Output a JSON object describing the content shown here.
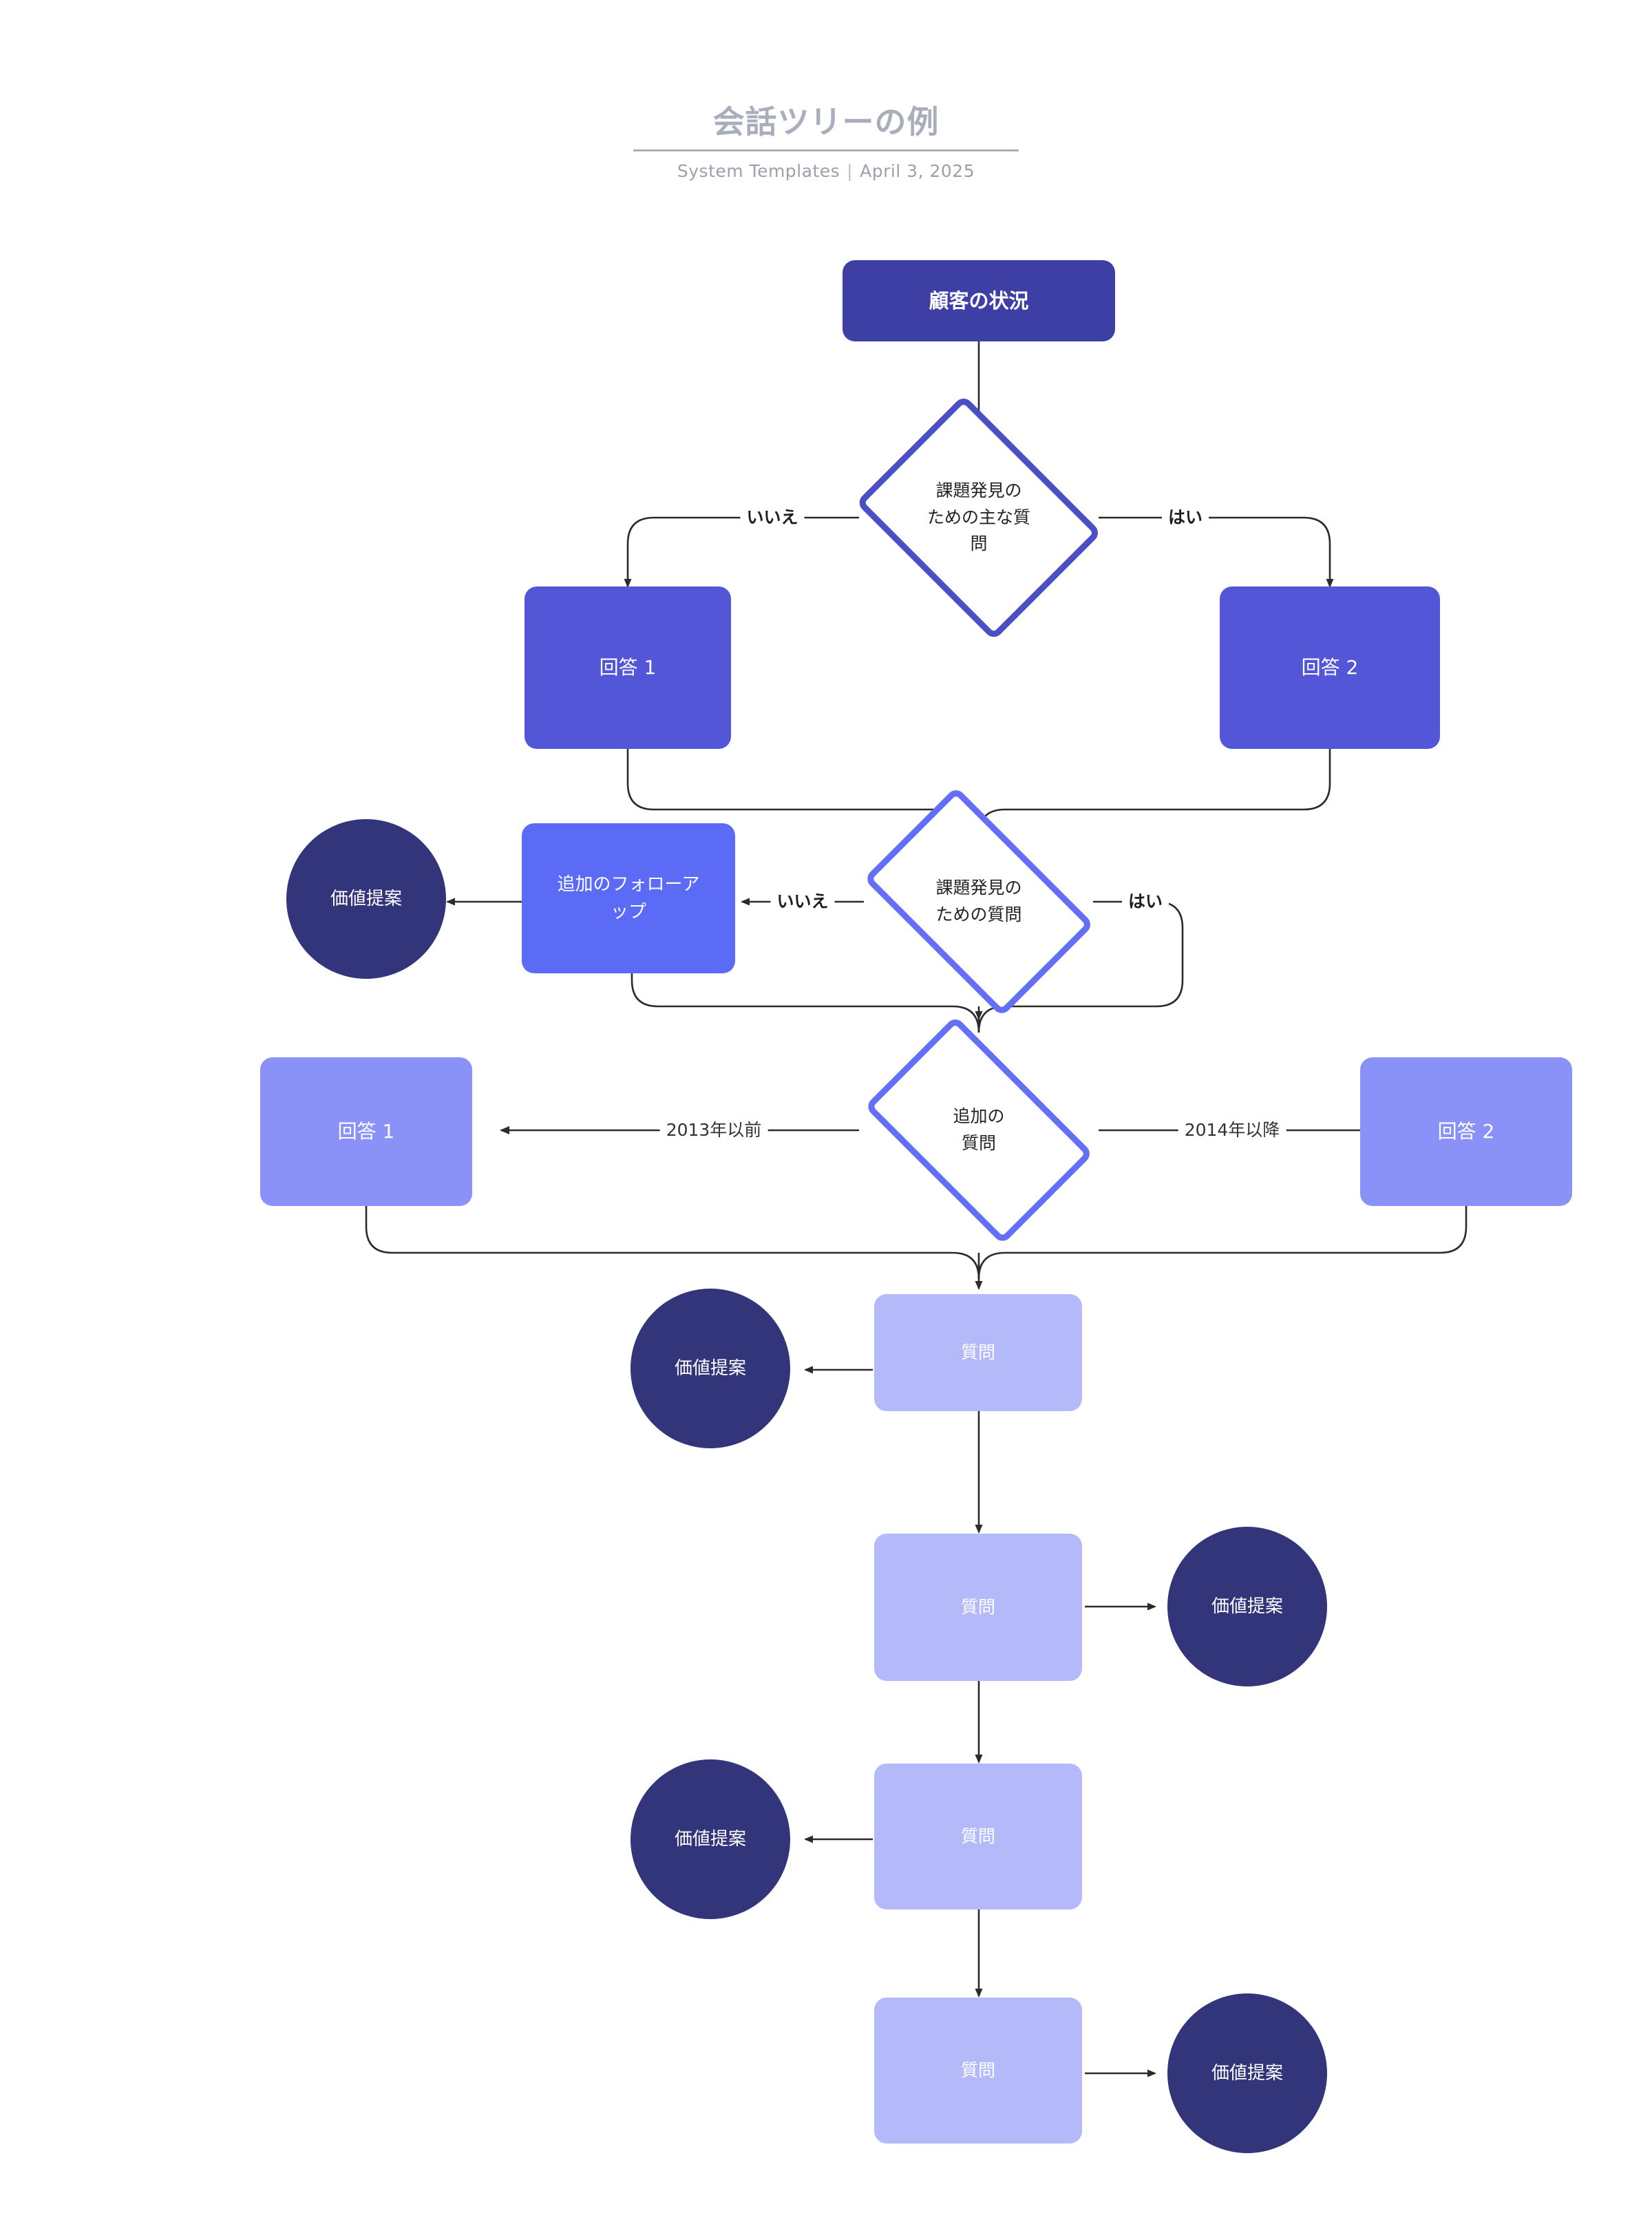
{
  "header": {
    "title": "会話ツリーの例",
    "source": "System Templates",
    "separator": "|",
    "date": "April 3, 2025"
  },
  "palette": {
    "title_gray": "#a8aebb",
    "subtitle_gray": "#9aa1ad",
    "root_indigo": "#3d3fa5",
    "answer_indigo": "#5356d6",
    "followup_blue": "#5b6bf5",
    "answer_light": "#8a92f7",
    "question_lightest": "#b4baf9",
    "value_prop_navy": "#33357a",
    "diamond_border_dark": "#4b4fc6",
    "diamond_border_bright": "#6370f5",
    "connector": "#2b2b2b",
    "canvas": "#ffffff"
  },
  "nodes": {
    "root": {
      "label": "顧客の状況",
      "shape": "box",
      "fill": "#3d3fa5"
    },
    "decision1": {
      "line1": "課題発見の",
      "line2": "ための主な質",
      "line3": "問",
      "shape": "diamond",
      "border": "#4b4fc6"
    },
    "answer1_a": {
      "label": "回答 1",
      "shape": "box",
      "fill": "#5356d6"
    },
    "answer2_a": {
      "label": "回答 2",
      "shape": "box",
      "fill": "#5356d6"
    },
    "decision2": {
      "line1": "課題発見の",
      "line2": "ための質問",
      "shape": "diamond",
      "border": "#6370f5"
    },
    "followup": {
      "line1": "追加のフォローア",
      "line2": "ップ",
      "shape": "box",
      "fill": "#5b6bf5"
    },
    "value_prop_1": {
      "label": "価値提案",
      "shape": "ellipse",
      "fill": "#33357a"
    },
    "decision3": {
      "line1": "追加の",
      "line2": "質問",
      "shape": "diamond",
      "border": "#6370f5"
    },
    "answer1_b": {
      "label": "回答 1",
      "shape": "box",
      "fill": "#8a92f7"
    },
    "answer2_b": {
      "label": "回答 2",
      "shape": "box",
      "fill": "#8a92f7"
    },
    "question_1": {
      "label": "質問",
      "shape": "box",
      "fill": "#b4baf9"
    },
    "question_2": {
      "label": "質問",
      "shape": "box",
      "fill": "#b4baf9"
    },
    "question_3": {
      "label": "質問",
      "shape": "box",
      "fill": "#b4baf9"
    },
    "question_4": {
      "label": "質問",
      "shape": "box",
      "fill": "#b4baf9"
    },
    "value_prop_2": {
      "label": "価値提案",
      "shape": "ellipse",
      "fill": "#33357a"
    },
    "value_prop_3": {
      "label": "価値提案",
      "shape": "ellipse",
      "fill": "#33357a"
    },
    "value_prop_4": {
      "label": "価値提案",
      "shape": "ellipse",
      "fill": "#33357a"
    },
    "value_prop_5": {
      "label": "価値提案",
      "shape": "ellipse",
      "fill": "#33357a"
    }
  },
  "edge_labels": {
    "d1_no": "いいえ",
    "d1_yes": "はい",
    "d2_no": "いいえ",
    "d2_yes": "はい",
    "d3_left": "2013年以前",
    "d3_right": "2014年以降"
  }
}
